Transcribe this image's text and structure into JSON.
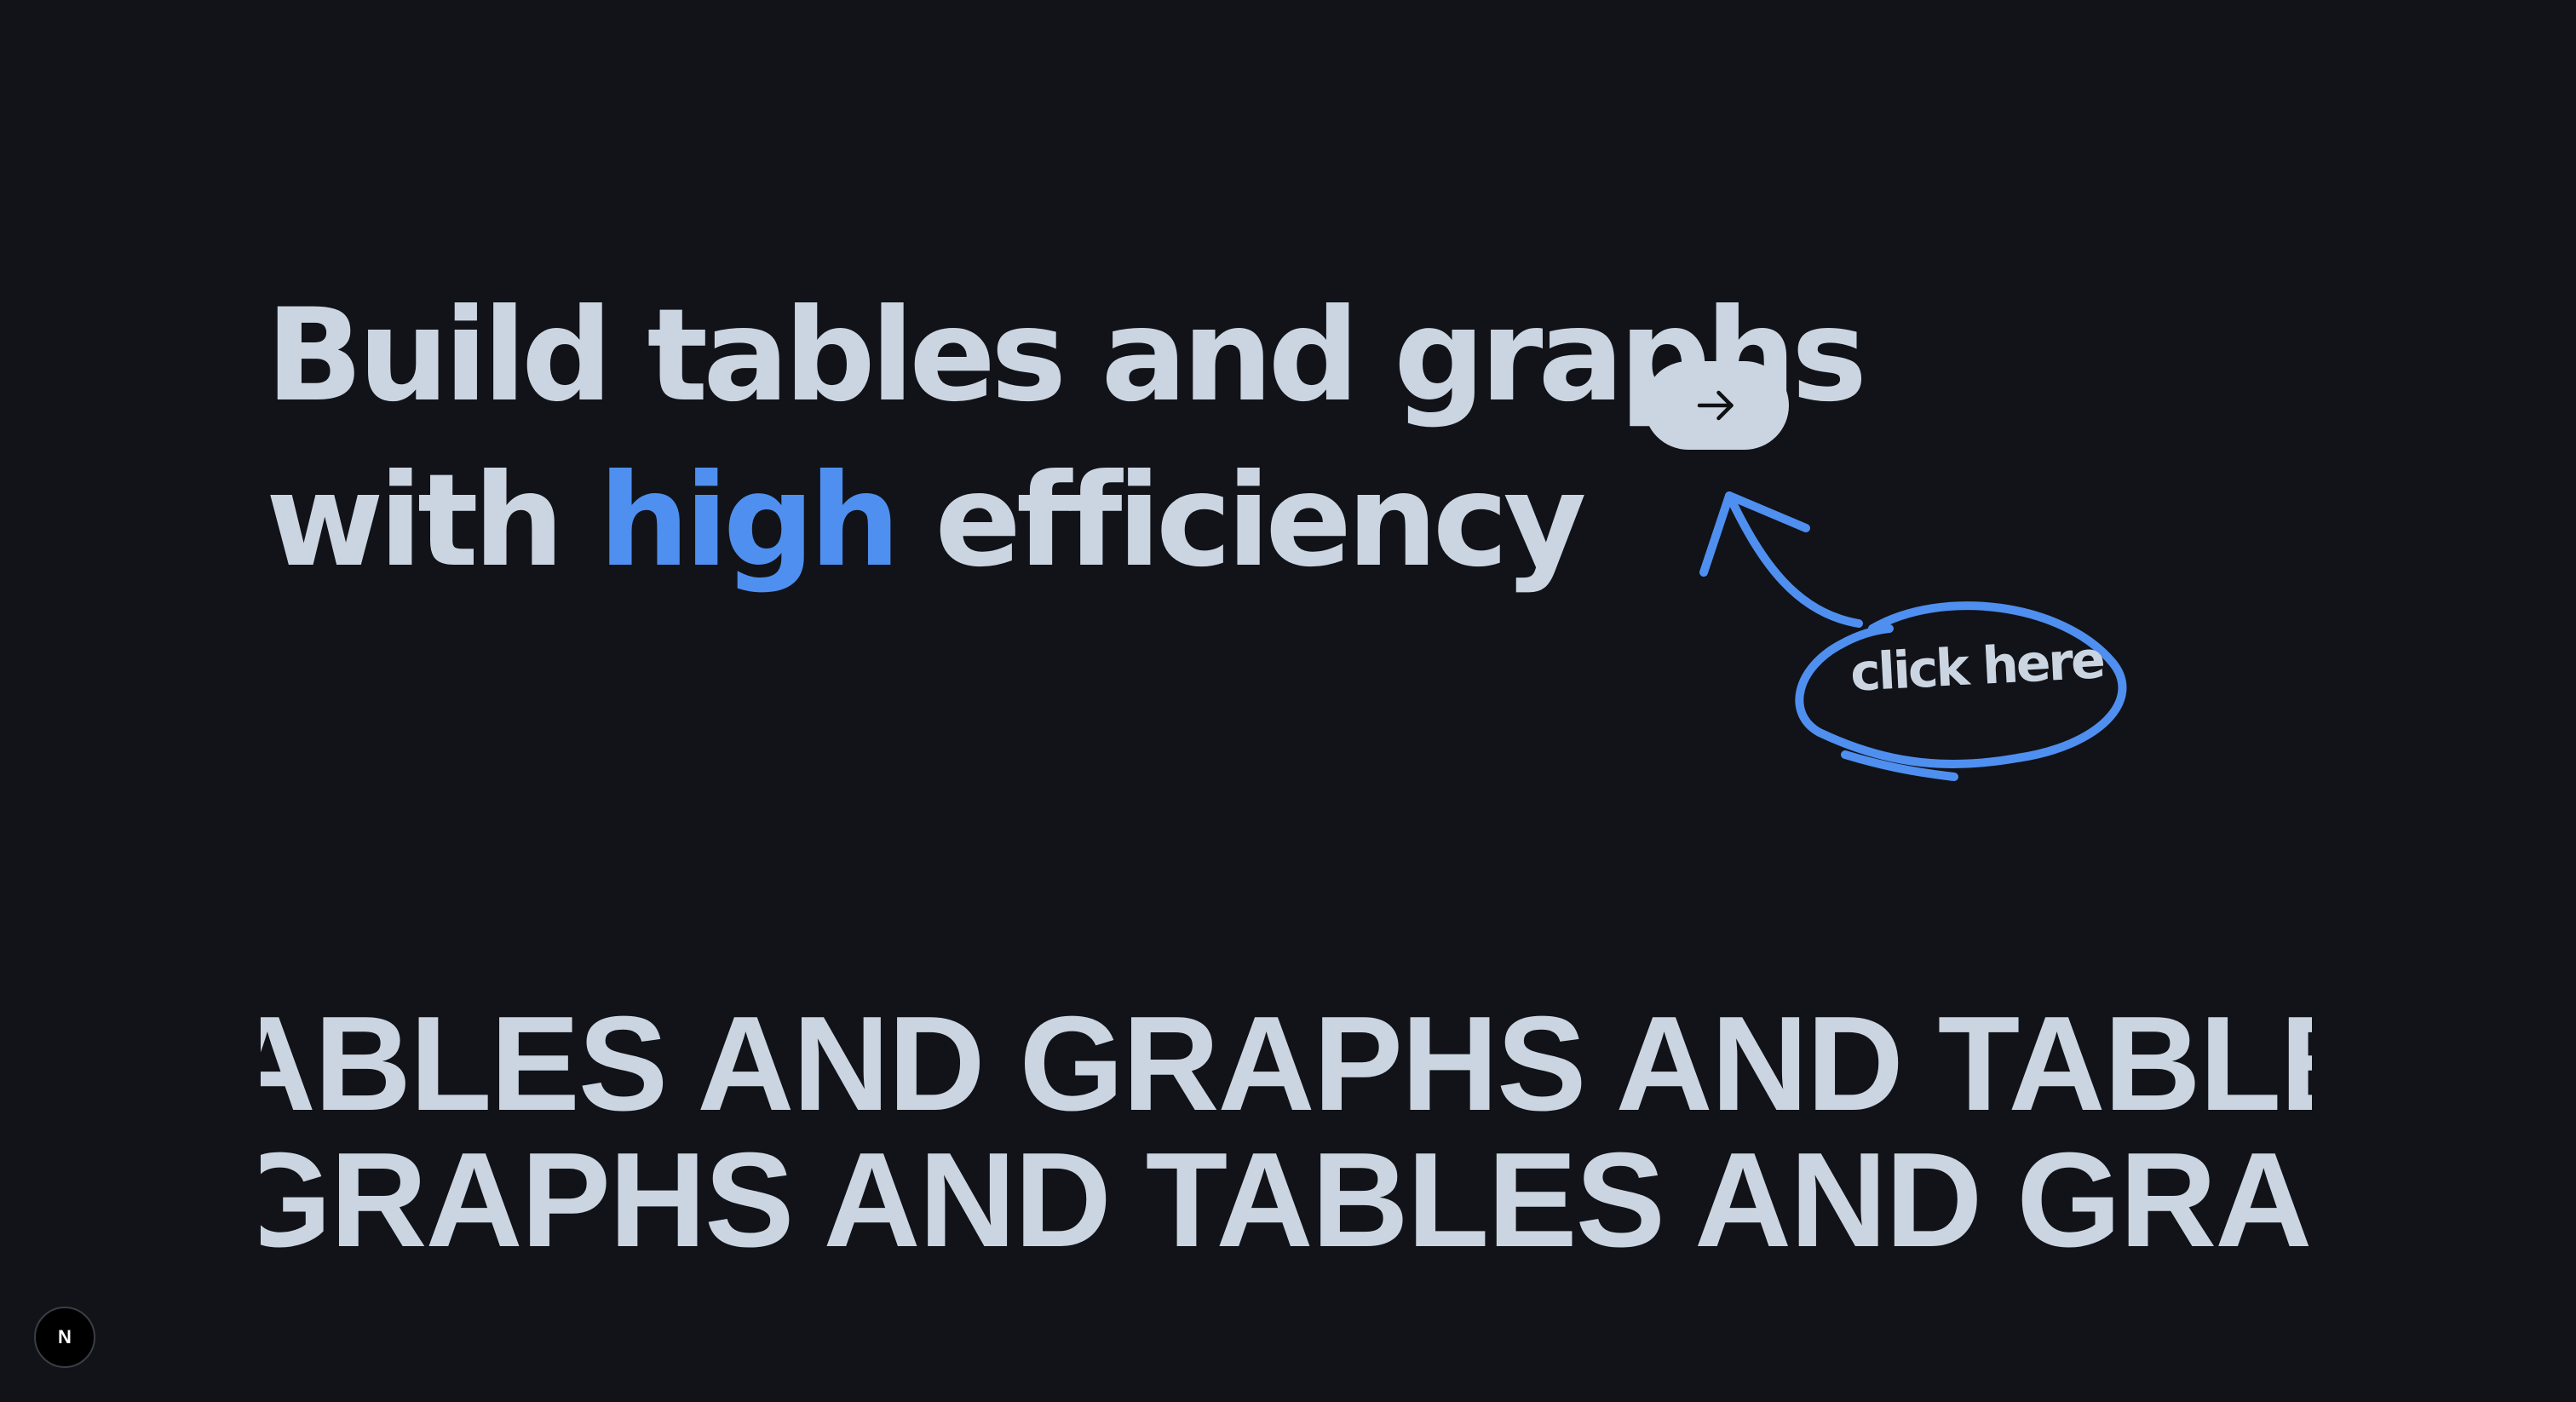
{
  "hero": {
    "line1": "Build tables and graphs",
    "line2_before": "with ",
    "line2_accent": "high",
    "line2_after": " efficiency"
  },
  "cta": {
    "icon": "arrow-right-icon",
    "doodle_label": "click here"
  },
  "marquee": {
    "row1": "TABLES AND GRAPHS AND TABLES AND GRAPHS AND TABLES AND GRAPHS AND",
    "row2": "TABLES AND GRAPHS AND TABLES AND GRAPHS AND TABLES AND GRAPHS AND"
  },
  "badge": {
    "icon": "nextjs-logo-icon",
    "letter": "N"
  },
  "colors": {
    "background": "#111318",
    "text": "#cbd5e1",
    "accent": "#4f8ff0",
    "button": "#cbd5e1"
  }
}
